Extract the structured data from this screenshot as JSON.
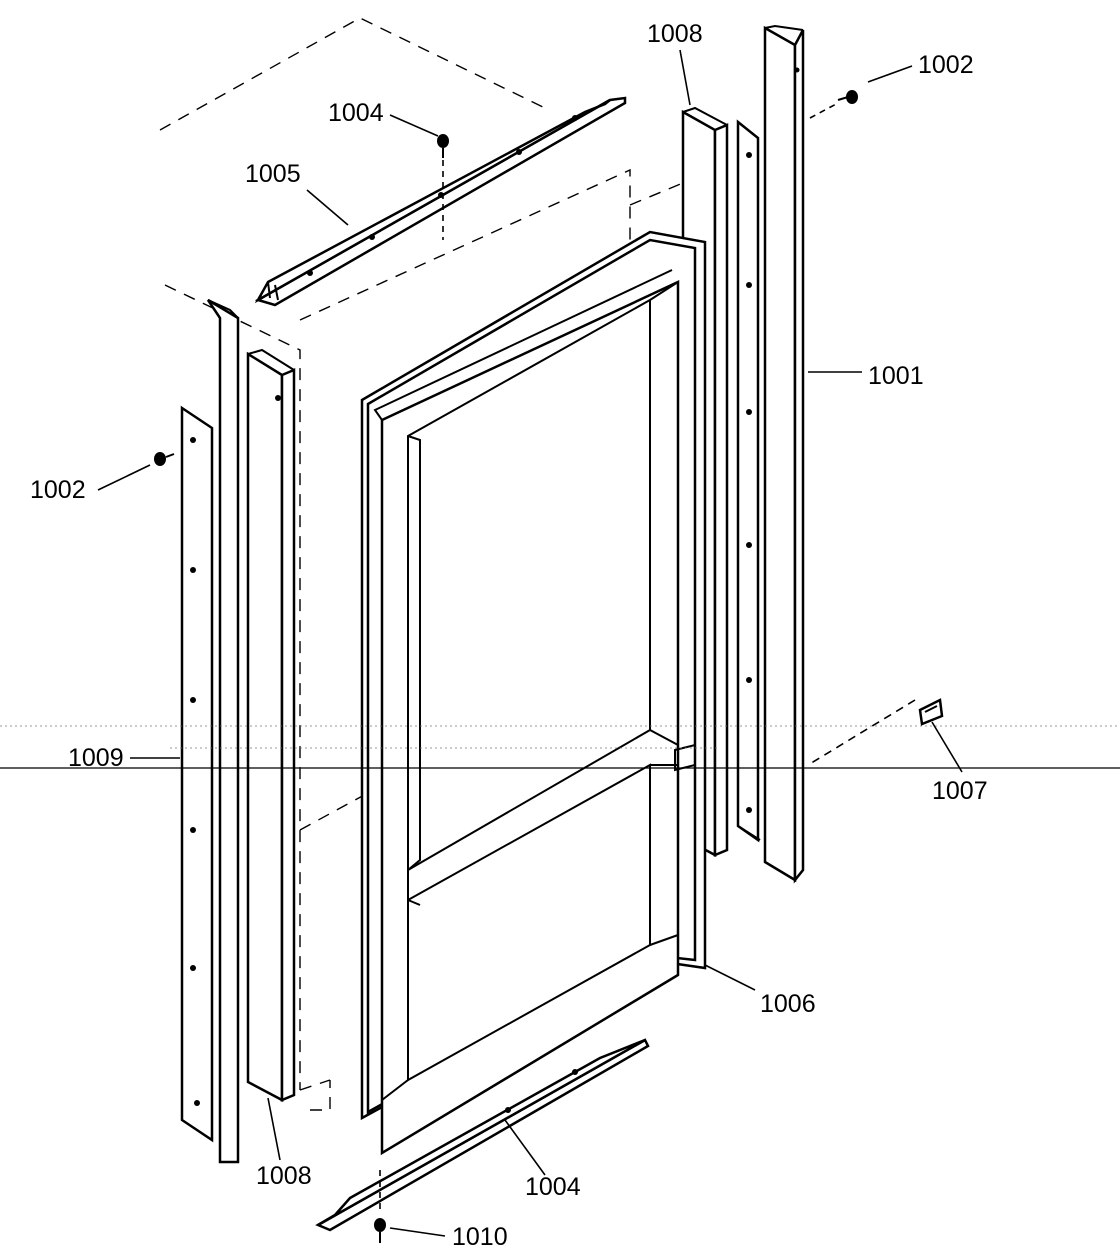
{
  "diagram": {
    "callouts": {
      "c1001": "1001",
      "c1002_top": "1002",
      "c1002_left": "1002",
      "c1004_top": "1004",
      "c1004_bottom": "1004",
      "c1005": "1005",
      "c1006": "1006",
      "c1007": "1007",
      "c1008_top": "1008",
      "c1008_bottom": "1008",
      "c1009": "1009",
      "c1010": "1010"
    }
  }
}
